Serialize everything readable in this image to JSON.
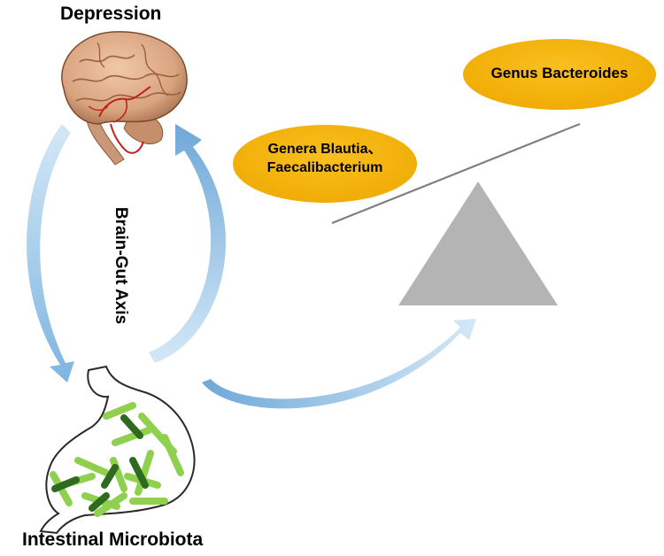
{
  "labels": {
    "top_node": "Depression",
    "bottom_node": "Intestinal Microbiota",
    "axis": "Brain-Gut Axis"
  },
  "balance": {
    "high_side": "Genus Bacteroides",
    "low_side_line1": "Genera Blautia、",
    "low_side_line2": "Faecalibacterium"
  },
  "colors": {
    "oval_fill": "#f5b50a",
    "arrow_light": "#d4e8f7",
    "arrow_dark": "#7eb5e0",
    "fulcrum": "#b4b4b4",
    "beam": "#808080",
    "brain_fill": "#d9a480",
    "vessel": "#c0221b",
    "stomach_outline": "#2a2a2a",
    "bacteria_light": "#8fd04f",
    "bacteria_dark": "#2e6b1f"
  },
  "icons": {
    "brain": "brain-icon",
    "stomach": "stomach-icon"
  }
}
